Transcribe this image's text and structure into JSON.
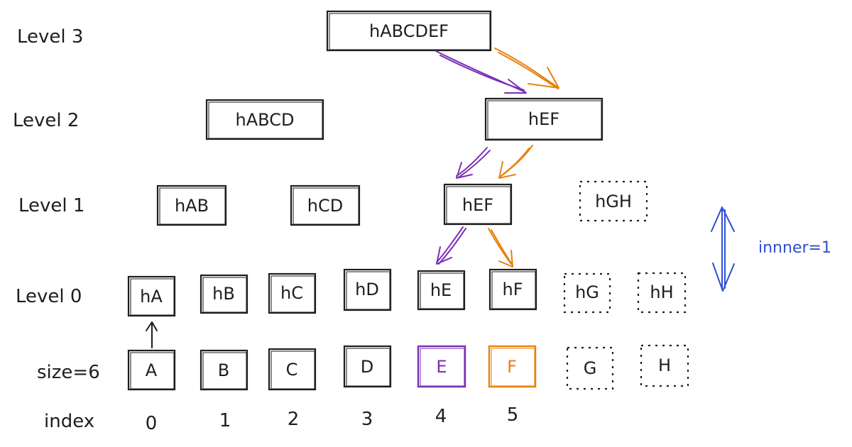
{
  "colors": {
    "ink": "#1e1e1e",
    "purple": "#7b2fb5",
    "orange": "#e8810f",
    "blue": "#2f4fd0"
  },
  "levels": {
    "level3": "Level 3",
    "level2": "Level 2",
    "level1": "Level 1",
    "level0": "Level 0",
    "size": "size=6",
    "index": "index"
  },
  "nodes": {
    "l3": [
      "hABCDEF"
    ],
    "l2": [
      "hABCD",
      "hEF"
    ],
    "l1": [
      "hAB",
      "hCD",
      "hEF",
      "hGH"
    ],
    "l0": [
      "hA",
      "hB",
      "hC",
      "hD",
      "hE",
      "hF",
      "hG",
      "hH"
    ],
    "leaves": [
      "A",
      "B",
      "C",
      "D",
      "E",
      "F",
      "G",
      "H"
    ],
    "indices": [
      "0",
      "1",
      "2",
      "3",
      "4",
      "5"
    ]
  },
  "inner_label": "innner=1"
}
